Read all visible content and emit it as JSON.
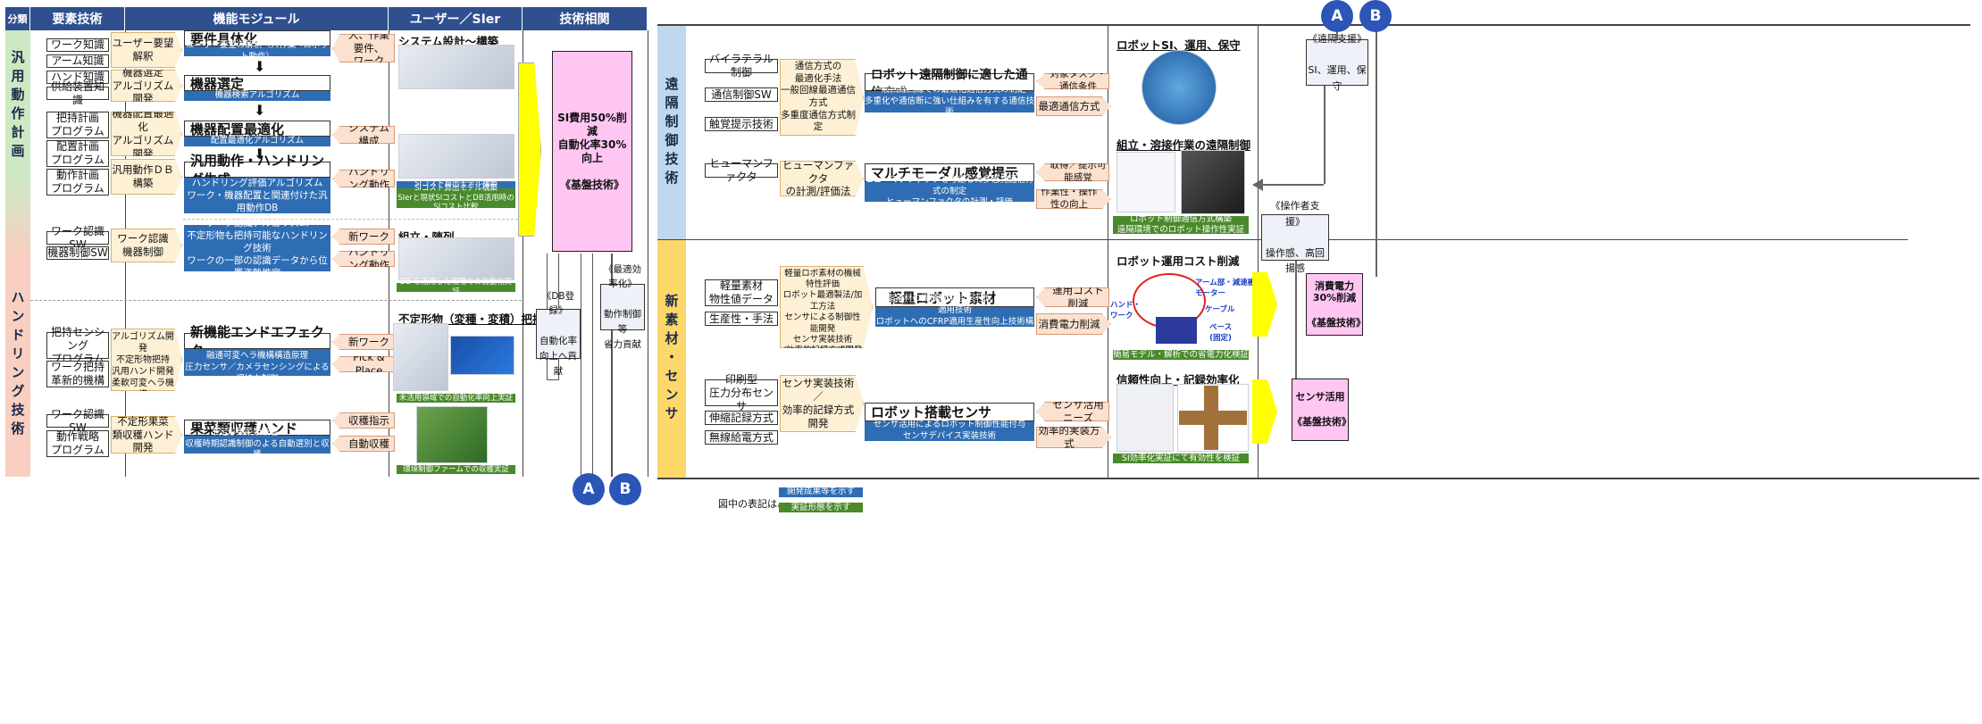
{
  "left_headers": [
    "分類",
    "要素技術",
    "機能モジュール",
    "ユーザー／SIer",
    "技術相関"
  ],
  "bands": {
    "general": "汎用動作計画",
    "handling": "ハンドリング技術",
    "remote": "遠隔制御技術",
    "material": "新素材・センサ"
  },
  "elements_left": [
    "ワーク知識",
    "アーム知識",
    "ハンド知識",
    "供給装置知識",
    "把持計画\nプログラム",
    "配置計画\nプログラム",
    "動作計画\nプログラム",
    "ワーク認識SW",
    "機器制御SW",
    "把持センシング\nプログラム",
    "ワーク把持\n革新的機構",
    "ワーク認識SW",
    "動作戦略\nプログラム"
  ],
  "approach_left": [
    "ユーザー要望解釈",
    "機器選定\nアルゴリズム開発",
    "機器配置最適化\nアルゴリズム開発",
    "汎用動作ＤＢ構築",
    "ワーク認識\n機器制御",
    "ハンドリング評価\nアルゴリズム開発\n不定形物把持\n汎用ハンド開発\n柔軟可変ヘラ機構\n原理開発",
    "不定形果菜\n類収穫ハンド開発"
  ],
  "modules_left": [
    {
      "title": "要件具体化",
      "desc": "ユーザー要望の解釈（人作業→ロボット動作）"
    },
    {
      "title": "機器選定",
      "desc": "機器検索アルゴリズム"
    },
    {
      "title": "機器配置最適化",
      "desc": "配置最適化アルゴリズム"
    },
    {
      "title": "汎用動作・ハンドリング生成",
      "desc": "ハンドリング評価アルゴリズム\nワーク・機器配置と関連付けた汎用動作DB"
    },
    {
      "title": "",
      "desc": "ワーク認識アルゴリズム\n不定形物も把持可能なハンドリング技術\nワークの一部の認識データから位置姿勢推定"
    },
    {
      "title": "新機能エンドエフェクタ",
      "desc": "不定形物把持可能汎用ハンド\n融通可変ヘラ機構構造原理\n圧力センサ／カメラセンシングによる把持力制御"
    },
    {
      "title": "果菜類収穫ハンド",
      "desc": "不定形果菜類吸着ハンド\n収穫時期認識制御のよる自動選別と収穫"
    }
  ],
  "user_left": [
    "人、作業要件、\nワーク",
    "システム構成",
    "ハンドリング動作",
    "新ワーク",
    "ハンドリング動作",
    "新ワーク",
    "Pick & Place",
    "収穫指示",
    "自動収穫"
  ],
  "cases_left": [
    {
      "title": "システム設計～構築",
      "result": "SIコスト算出モデル構築\nSIerと現状SIコストとDB活用時の\nSIコスト比較"
    },
    {
      "title": "組立・陳列",
      "result": "DB を活用した現場での自動化実証"
    },
    {
      "title": "不定形物（変種・変積）把持",
      "result": "未活用領域での自動化率向上実証"
    },
    {
      "title": "",
      "result": "環境制御ファームでの収穫実証"
    }
  ],
  "corr_left": {
    "main": "SI費用50%削減\n自動化率30%向上\n\n《基盤技術》",
    "db": "《DB登録》\n\n自動化率\n向上へ貢献",
    "eff": "《最適効率化》\n\n動作制御等\n省力貢献"
  },
  "circles": [
    "A",
    "B",
    "A",
    "B"
  ],
  "elements_right": [
    "バイラテラル制御",
    "通信制御SW",
    "触覚提示技術",
    "ヒューマンファクタ",
    "軽量素材\n物性値データ",
    "生産性・手法",
    "印刷型\n圧力分布センサ",
    "伸縮記録方式",
    "無線給電方式"
  ],
  "approach_right": [
    "通信方式の\n最適化手法\n一般回線最適通信方式\n多重度通信方式制定",
    "ヒューマンファクタ\nの計測/評価法",
    "最適製法・加工法\n軽量ロボ素材の機械特性評価\nロボット最適製法/加工方法\nセンサによる制御性能開発\nセンサ実装技術\n/効率的記録方式開発",
    "センサ実装技術／\n効率的記録方式開発"
  ],
  "modules_right": [
    {
      "title": "ロボット遠隔制御に適した通信方式",
      "desc": "一般回線回線での最適化通信方式の制定\n多重化や通信断に強い仕組みを有する通信技術"
    },
    {
      "title": "マルチモーダル感覚提示",
      "desc": "ヒューマンファクタを考慮した多感覚通信方式の制定\nヒューマンファクタの計測・評価"
    },
    {
      "title": "軽量ロボット素材",
      "desc": "樹脂素材の機械的性能の評価、ロボット適用技術\nロボットへのCFRP適用生産性向上技術構築"
    },
    {
      "title": "ロボット搭載センサ",
      "desc": "センサ活用によるロボット制御性能付与\nセンサデバイス実装技術"
    }
  ],
  "user_right": [
    "対象タスク・通信条件",
    "最適通信方式",
    "取得／提示可能感覚",
    "作業性・操作性の向上",
    "運用コスト削減",
    "消費電力削減",
    "センサ活用ニーズ",
    "効率的実装方式"
  ],
  "cases_right": [
    {
      "title": "ロボットSI、運用、保守",
      "result": ""
    },
    {
      "title": "組立・溶接作業の遠隔制御",
      "result": "ロボット制御通信方式構築\n遠隔環境でのロボット操作性実証"
    },
    {
      "title": "ロボット運用コスト削減",
      "result": "簡易モデル・解析での省電力化検証"
    },
    {
      "title": "信頼性向上・記録効率化",
      "result": "SI効率化実証にて有効性を検証"
    }
  ],
  "robot_labels": [
    "アーム部・減速機・\nモーター",
    "ハンド・\nワーク",
    "ケーブル",
    "ベース\n(固定)"
  ],
  "support_right": [
    "《遠隔支援》\n\nSI、運用、保守",
    "《操作者支援》\n\n操作感、高回揚感"
  ],
  "corr_right": [
    "消費電力\n30%削減\n\n《基盤技術》",
    "センサ活用\n\n《基盤技術》"
  ],
  "legend": {
    "prefix": "図中の表記は、",
    "blue": "開発成果等を示す",
    "green": "実証形態を示す"
  },
  "colors": {
    "header": "#2f4f8f",
    "blue": "#2e6db4",
    "green": "#4a8a2c",
    "pink": "#ffc6f2",
    "yellow": "#ffff00"
  }
}
